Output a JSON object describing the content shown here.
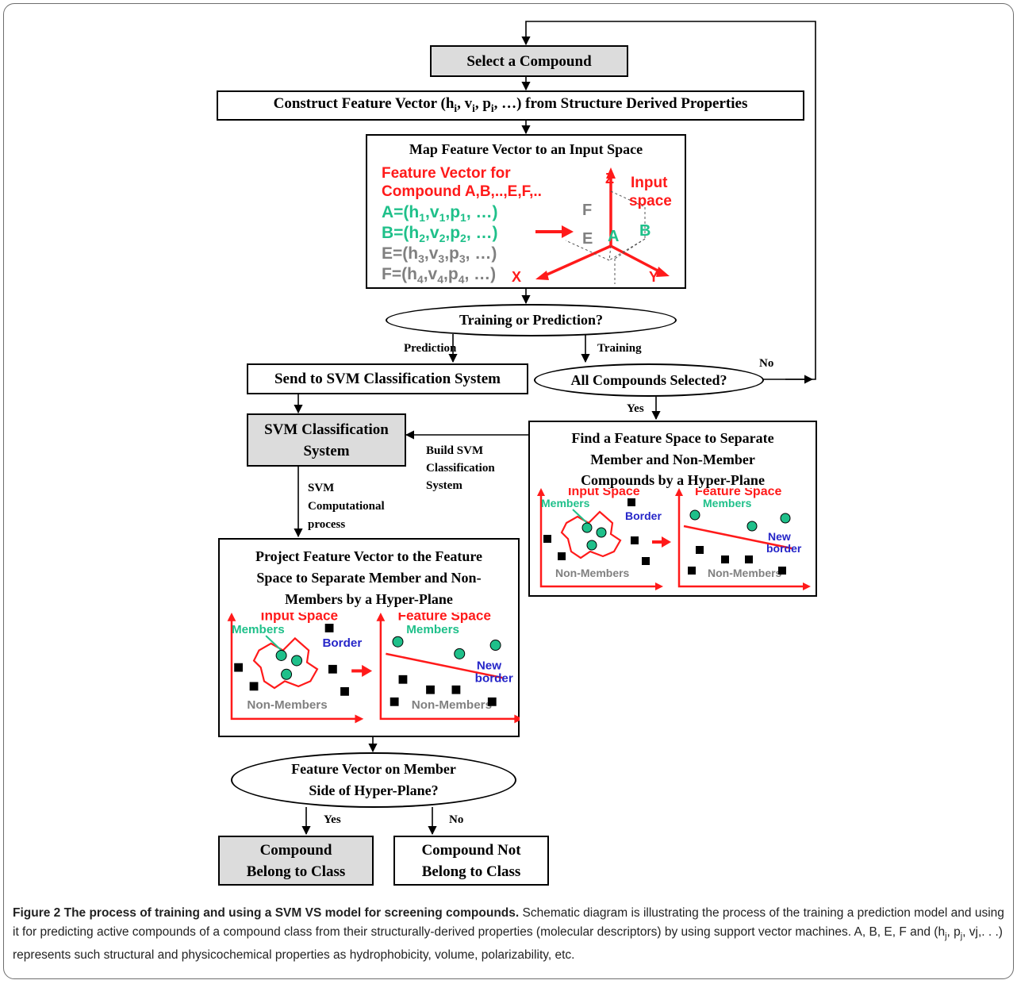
{
  "nodes": {
    "select": "Select a Compound",
    "construct": "Construct Feature Vector (h, v, p, …) from Structure Derived Properties",
    "construct_parts": {
      "pre": "Construct Feature Vector (h",
      "sub": "i",
      "c1": ", v",
      "c2": ", p",
      "post": ", …) from Structure Derived Properties"
    },
    "map_title": "Map Feature Vector to an Input Space",
    "decision_train": "Training or Prediction?",
    "send": "Send to SVM Classification System",
    "all_selected": "All Compounds Selected?",
    "svm_system": [
      "SVM Classification",
      "System"
    ],
    "find_space": [
      "Find a Feature Space to Separate",
      "Member and Non-Member",
      "Compounds by a Hyper-Plane"
    ],
    "project": [
      "Project Feature Vector to the Feature",
      "Space to Separate Member and Non-",
      "Members by a Hyper-Plane"
    ],
    "decision_member": [
      "Feature Vector on Member",
      "Side of Hyper-Plane?"
    ],
    "belong": [
      "Compound",
      "Belong to Class"
    ],
    "not_belong": [
      "Compound Not",
      "Belong to Class"
    ]
  },
  "edge_labels": {
    "prediction": "Prediction",
    "training": "Training",
    "no_top": "No",
    "yes_mid": "Yes",
    "build": [
      "Build SVM",
      "Classification",
      "System"
    ],
    "svm_comp": [
      "SVM",
      "Computational",
      "process"
    ],
    "yes_bottom": "Yes",
    "no_bottom": "No"
  },
  "map_panel": {
    "heading": [
      "Feature Vector for",
      "Compound A,B,..,E,F,.."
    ],
    "vectors": [
      {
        "name": "A",
        "index": "1",
        "color": "#1fc08a"
      },
      {
        "name": "B",
        "index": "2",
        "color": "#1fc08a"
      },
      {
        "name": "E",
        "index": "3",
        "color": "#808080"
      },
      {
        "name": "F",
        "index": "4",
        "color": "#808080"
      }
    ],
    "axis_labels": {
      "z": "Z",
      "x": "X",
      "y": "Y"
    },
    "input_space": [
      "Input",
      "space"
    ],
    "points": {
      "F": "F",
      "E": "E",
      "A": "A",
      "B": "B"
    }
  },
  "space_panels": {
    "input_space": "Input Space",
    "feature_space": "Feature Space",
    "members": "Members",
    "border": "Border",
    "non_members": "Non-Members",
    "new_border": [
      "New",
      "border"
    ]
  },
  "caption": {
    "title": "Figure 2 The process of training and using a SVM VS model for screening compounds.",
    "body": " Schematic diagram is illustrating the process of the training a prediction model and using it for predicting active compounds of a compound class from their structurally-derived properties (molecular descriptors) by using support vector machines. A, B, E, F and (h",
    "h_sub": "j",
    "mid1": ", p",
    "p_sub": "j",
    "mid2": ", vj,. . .) represents such structural and physicochemical properties as hydrophobicity, volume, polarizability, etc."
  },
  "colors": {
    "red": "#ff1a1a",
    "teal": "#1fc08a",
    "blue": "#2525c8",
    "gray_text": "#808080",
    "box_gray": "#dcdcdc"
  }
}
